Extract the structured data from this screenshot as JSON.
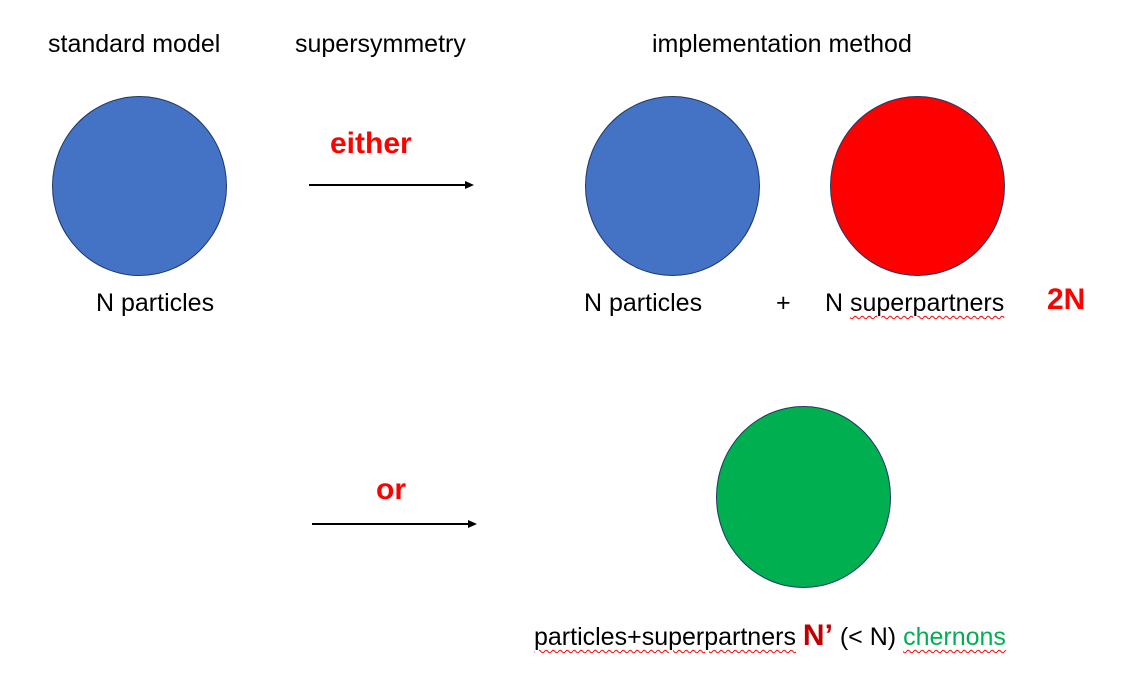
{
  "headers": {
    "standard_model": "standard model",
    "supersymmetry": "supersymmetry",
    "implementation_method": "implementation method"
  },
  "branches": {
    "either_label": "either",
    "or_label": "or"
  },
  "labels": {
    "left_particles": "N particles",
    "right_particles": "N particles",
    "plus": "+",
    "superpartners_prefix": "N ",
    "superpartners_word": "superpartners",
    "count_2n": "2N",
    "combined_word": "particles+superpartners",
    "count_n_prime": "N’",
    "less_than_n": "(< N)",
    "chernons": "chernons"
  },
  "colors": {
    "blue": "#4472c4",
    "red": "#ff0000",
    "green": "#00b050",
    "dark_red": "#c00000",
    "chernons_text": "#00b050",
    "outline": "#1f3864"
  }
}
